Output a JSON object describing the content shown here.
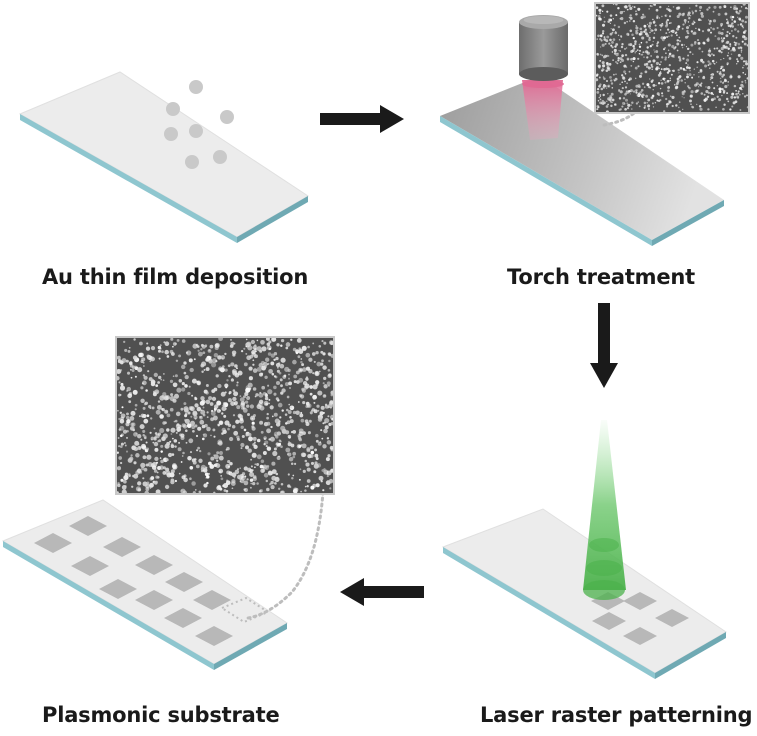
{
  "steps": {
    "deposition": {
      "label": "Au thin film deposition"
    },
    "torch": {
      "label": "Torch treatment"
    },
    "laser": {
      "label": "Laser raster patterning"
    },
    "plasmonic": {
      "label": "Plasmonic substrate"
    }
  },
  "colors": {
    "slide_top": "#ececec",
    "slide_side": "#8ec6cf",
    "slide_edge": "#6fa9b3",
    "au_top": "#a9a9a9",
    "arrow": "#1a1a1a",
    "torch_glow": "#e8739a",
    "laser_beam": "#5fbf5f",
    "pattern_square": "#b8b8b8",
    "sem_background": "#505050",
    "sem_particles": "#e6e6e6",
    "dotted_connector": "#bdbdbd"
  },
  "icons": {
    "arrow_right": "arrow-right-icon",
    "arrow_down": "arrow-down-icon",
    "arrow_left": "arrow-left-icon",
    "torch_head": "torch-head-icon",
    "gold_particle": "gold-particle-icon"
  }
}
